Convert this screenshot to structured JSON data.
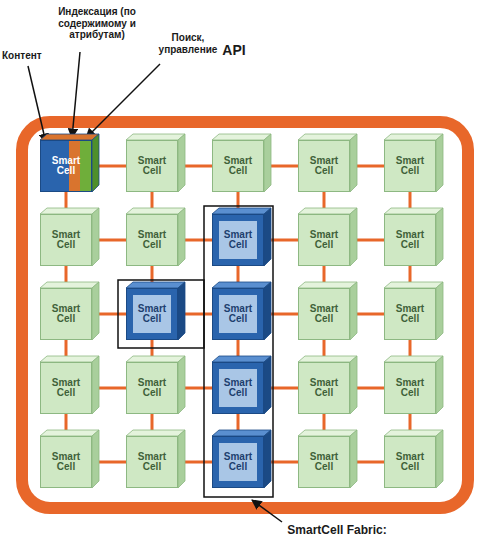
{
  "diagram": {
    "nodes": [
      {
        "text": [
          "Smart Cell"
        ]
      },
      {
        "text": [
          "Smart Cell"
        ]
      },
      {
        "text": [
          "Smart Cell"
        ]
      },
      {
        "text": [
          "Smart Cell"
        ]
      },
      {
        "text": [
          "Smart Cell"
        ]
      },
      {
        "text": [
          "Smart Cell"
        ]
      },
      {
        "text": [
          "Smart Cell"
        ]
      },
      {
        "text": [
          "Smart Cell"
        ]
      },
      {
        "text": [
          "Smart Cell"
        ]
      },
      {
        "text": [
          "Smart Cell"
        ]
      },
      {
        "text": [
          "Smart Cell"
        ]
      },
      {
        "text": [
          "Smart Cell"
        ]
      },
      {
        "text": [
          "Smart Cell"
        ]
      },
      {
        "text": [
          "Smart Cell"
        ]
      },
      {
        "text": [
          "Smart Cell"
        ]
      },
      {
        "text": [
          "Smart Cell"
        ]
      },
      {
        "text": [
          "Smart Cell"
        ]
      },
      {
        "text": [
          "Smart Cell"
        ]
      },
      {
        "text": [
          "Smart Cell"
        ]
      },
      {
        "text": [
          "Smart Cell"
        ]
      },
      {
        "text": [
          "Smart Cell"
        ]
      },
      {
        "text": [
          "Smart Cell"
        ]
      },
      {
        "text": [
          "Smart Cell"
        ]
      },
      {
        "text": [
          "Smart Cell"
        ]
      },
      {
        "text": [
          "Smart Cell"
        ]
      }
    ],
    "edges": [
      {
        "from": 0,
        "to": 1,
        "arrow": "none"
      },
      {
        "from": 1,
        "to": 2,
        "arrow": "none"
      },
      {
        "from": 2,
        "to": 3,
        "arrow": "none"
      },
      {
        "from": 3,
        "to": 4,
        "arrow": "none"
      },
      {
        "from": 5,
        "to": 6,
        "arrow": "none"
      },
      {
        "from": 6,
        "to": 7,
        "arrow": "none"
      },
      {
        "from": 7,
        "to": 8,
        "arrow": "none"
      },
      {
        "from": 8,
        "to": 9,
        "arrow": "none"
      },
      {
        "from": 10,
        "to": 11,
        "arrow": "none"
      },
      {
        "from": 11,
        "to": 12,
        "arrow": "none"
      },
      {
        "from": 12,
        "to": 13,
        "arrow": "none"
      },
      {
        "from": 13,
        "to": 14,
        "arrow": "none"
      },
      {
        "from": 15,
        "to": 16,
        "arrow": "none"
      },
      {
        "from": 16,
        "to": 17,
        "arrow": "none"
      },
      {
        "from": 17,
        "to": 18,
        "arrow": "none"
      },
      {
        "from": 18,
        "to": 19,
        "arrow": "none"
      },
      {
        "from": 20,
        "to": 21,
        "arrow": "none"
      },
      {
        "from": 21,
        "to": 22,
        "arrow": "none"
      },
      {
        "from": 22,
        "to": 23,
        "arrow": "none"
      },
      {
        "from": 23,
        "to": 24,
        "arrow": "none"
      },
      {
        "from": 0,
        "to": 5,
        "arrow": "none"
      },
      {
        "from": 1,
        "to": 6,
        "arrow": "none"
      },
      {
        "from": 2,
        "to": 7,
        "arrow": "none"
      },
      {
        "from": 3,
        "to": 8,
        "arrow": "none"
      },
      {
        "from": 4,
        "to": 9,
        "arrow": "none"
      },
      {
        "from": 5,
        "to": 10,
        "arrow": "none"
      },
      {
        "from": 6,
        "to": 11,
        "arrow": "none"
      },
      {
        "from": 7,
        "to": 12,
        "arrow": "none"
      },
      {
        "from": 8,
        "to": 13,
        "arrow": "none"
      },
      {
        "from": 9,
        "to": 14,
        "arrow": "none"
      },
      {
        "from": 10,
        "to": 15,
        "arrow": "none"
      },
      {
        "from": 11,
        "to": 16,
        "arrow": "none"
      },
      {
        "from": 12,
        "to": 17,
        "arrow": "none"
      },
      {
        "from": 13,
        "to": 18,
        "arrow": "none"
      },
      {
        "from": 14,
        "to": 19,
        "arrow": "none"
      },
      {
        "from": 15,
        "to": 20,
        "arrow": "none"
      },
      {
        "from": 16,
        "to": 21,
        "arrow": "none"
      },
      {
        "from": 17,
        "to": 22,
        "arrow": "none"
      },
      {
        "from": 18,
        "to": 23,
        "arrow": "none"
      },
      {
        "from": 19,
        "to": 24,
        "arrow": "none"
      }
    ],
    "labels": [
      "Индексация (по содержимому и атрибутам)",
      "Поиск, управление",
      "Контент",
      "API",
      "SmartCell Fabric:"
    ]
  }
}
